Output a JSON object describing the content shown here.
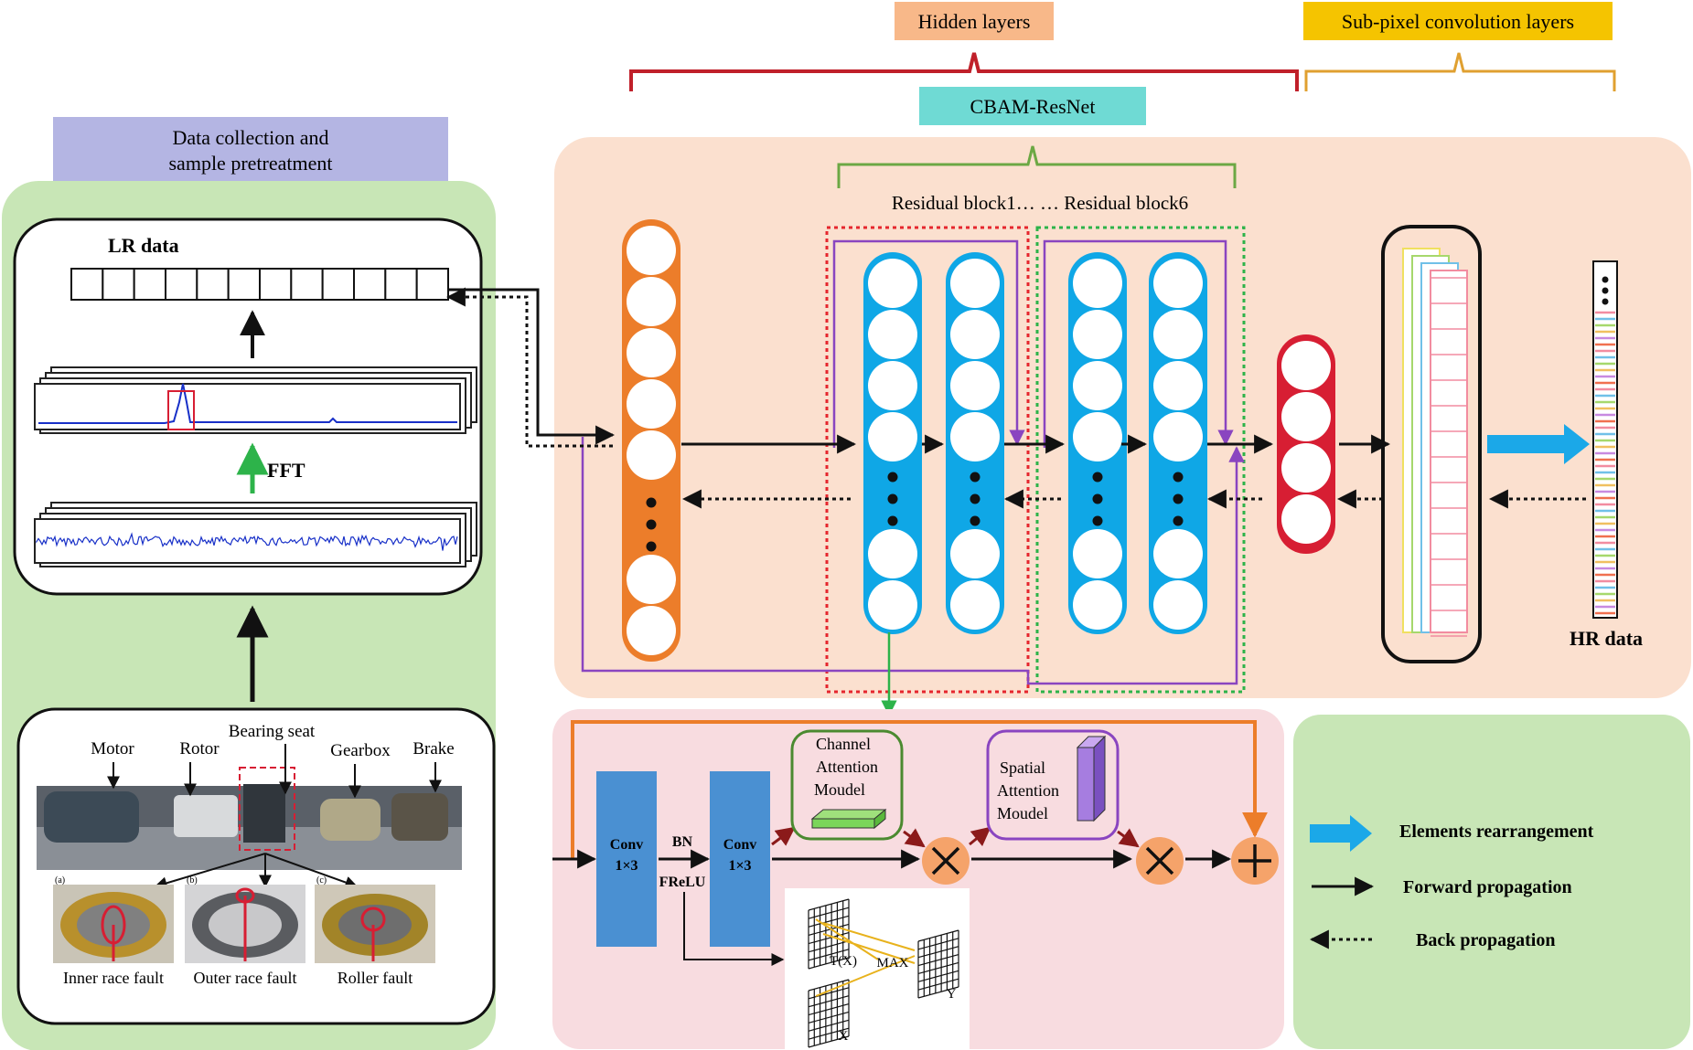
{
  "headers": {
    "hidden_layers": "Hidden layers",
    "subpixel_layers": "Sub-pixel convolution layers",
    "cbam_resnet": "CBAM-ResNet",
    "data_collection_line1": "Data collection and",
    "data_collection_line2": "sample pretreatment",
    "residual_blocks": "Residual block1… … Residual block6"
  },
  "left_panel": {
    "lr_data": "LR data",
    "fft": "FFT",
    "lr_cells": 12,
    "rig_labels": {
      "motor": "Motor",
      "rotor": "Rotor",
      "bearing_seat": "Bearing seat",
      "gearbox": "Gearbox",
      "brake": "Brake"
    },
    "fault_types": [
      "Inner race fault",
      "Outer race fault",
      "Roller fault"
    ],
    "fault_panel_letters": [
      "(a)",
      "(b)",
      "(c)"
    ]
  },
  "network": {
    "hr_data": "HR data",
    "residual_block_count": 6
  },
  "cbam_detail": {
    "conv1": "Conv",
    "conv1_size": "1×3",
    "conv2": "Conv",
    "conv2_size": "1×3",
    "bn": "BN",
    "frelu": "FReLU",
    "channel_attention": [
      "Channel",
      "Attention",
      "Moudel"
    ],
    "spatial_attention": [
      "Spatial",
      "Attention",
      "Moudel"
    ],
    "frelu_tx": "T(X)",
    "frelu_max": "MAX",
    "frelu_x": "X",
    "frelu_y": "Y"
  },
  "legend": {
    "elements_rearrangement": "Elements rearrangement",
    "forward_propagation": "Forward propagation",
    "back_propagation": "Back propagation"
  },
  "colors": {
    "hidden_layers_bg": "#f8b889",
    "subpixel_bg": "#f5c400",
    "cbam_bg": "#6fdad4",
    "data_collection_bg": "#b4b5e3",
    "green_panel": "#c8e6b6",
    "peach_panel": "#fbe0cf",
    "pink_panel": "#f8dce0",
    "orange_column": "#ec7d2a",
    "blue_column": "#0fa7e6",
    "red_column": "#d71e33",
    "conv_blue": "#4a90d2",
    "red_brace": "#c0202a",
    "yellow_brace": "#e0a030",
    "green_brace": "#6ca844",
    "purple": "#8a45c0"
  }
}
